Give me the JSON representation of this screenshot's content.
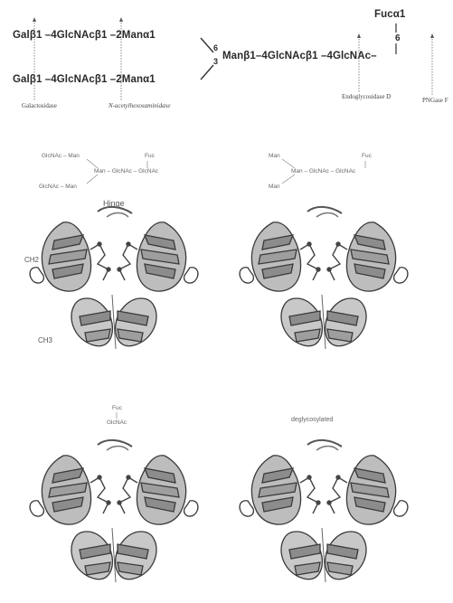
{
  "scheme": {
    "fuc_top": "Fucα1",
    "fuc_link": "6",
    "branch_top": "Galβ1 –4GlcNAcβ1 –2Manα1",
    "branch_bottom": "Galβ1 –4GlcNAcβ1 –2Manα1",
    "link_upper": "6",
    "link_lower": "3",
    "core": "Manβ1–4GlcNAcβ1 –4GlcNAc–",
    "enzymes": {
      "galactosidase": "Galactosidase",
      "hexosaminidase": "N-acetylhexosaminidase",
      "endo_d": "Endoglycosidase D",
      "pngase": "PNGase F"
    }
  },
  "panels": {
    "tl": {
      "glycan_r1_left": "GlcNAc – Man",
      "glycan_r1_right": "Fuc",
      "glycan_r2": "Man – GlcNAc – GlcNAc",
      "glycan_r3": "GlcNAc – Man",
      "hinge": "Hinge",
      "ch2": "CH2",
      "ch3": "CH3"
    },
    "tr": {
      "glycan_r1_left": "Man",
      "glycan_r1_right": "Fuc",
      "glycan_r2": "Man – GlcNAc – GlcNAc",
      "glycan_r3": "Man"
    },
    "bl": {
      "glycan_r1": "Fuc",
      "glycan_r2": "GlcNAc"
    },
    "br": {
      "title": "deglycosylated"
    }
  }
}
